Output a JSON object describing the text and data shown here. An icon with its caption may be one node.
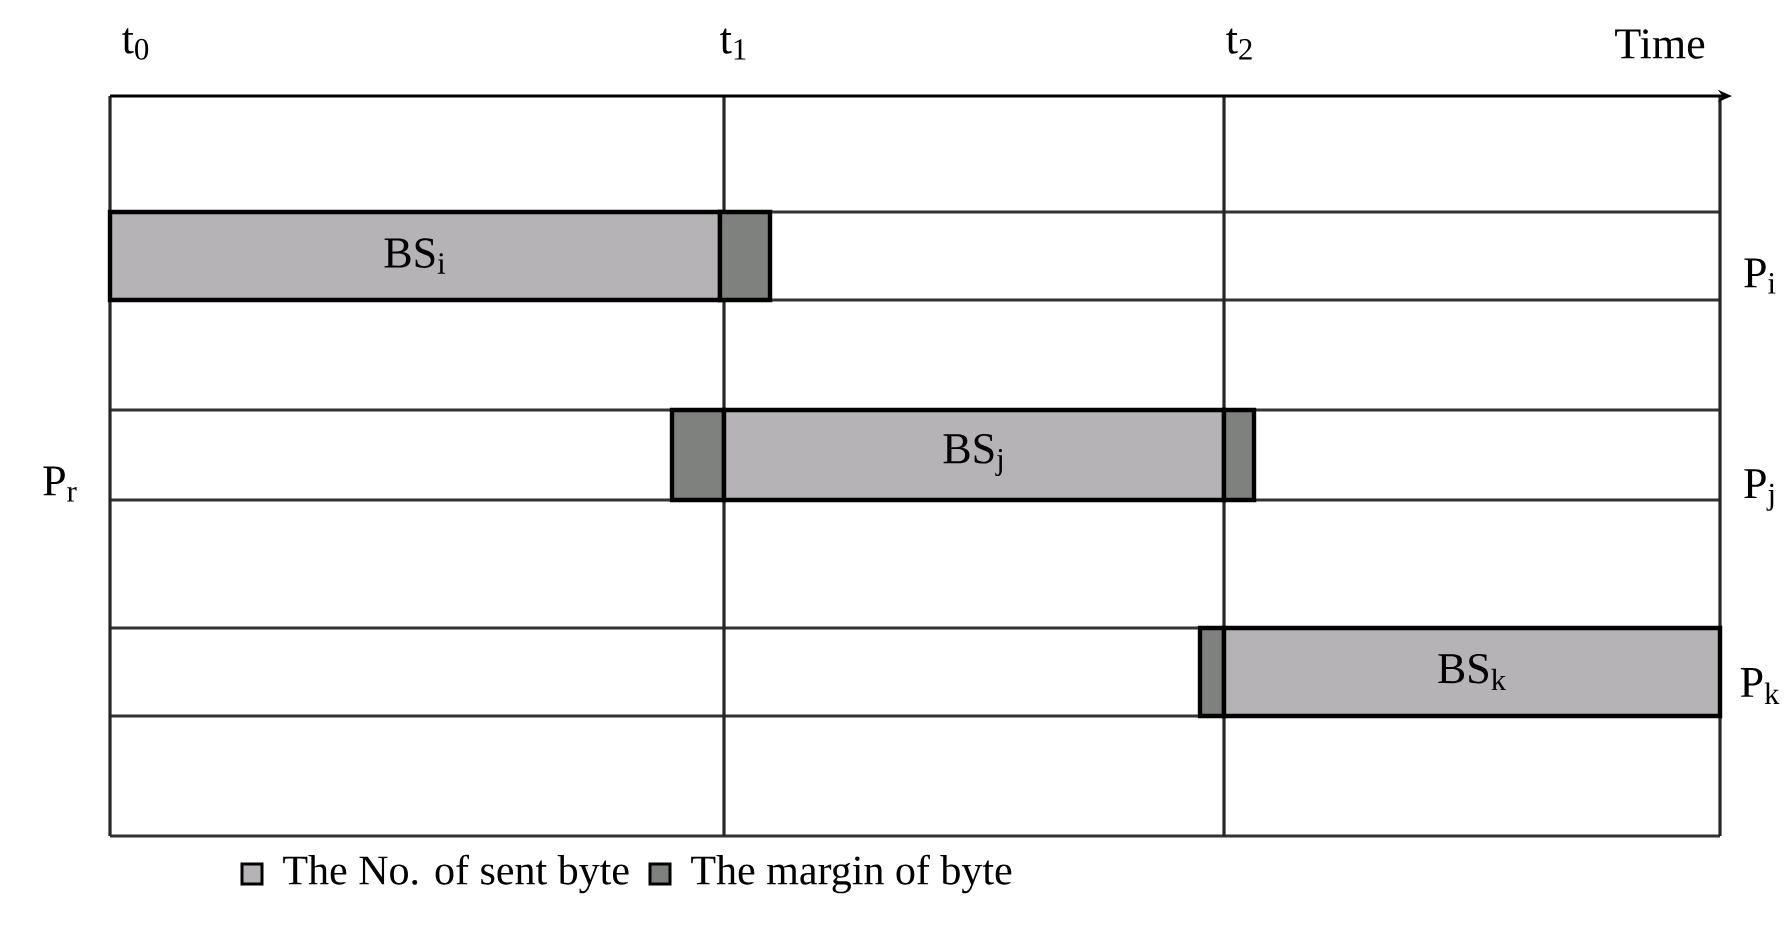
{
  "diagram": {
    "nodes": [
      {
        "text": [
          "BS$_{i}$"
        ]
      },
      {
        "text": [],
        "shape": "bar"
      },
      {
        "text": [],
        "shape": "bar"
      },
      {
        "text": [
          "BS$_{j}$"
        ]
      },
      {
        "text": [],
        "shape": "bar"
      },
      {
        "text": [],
        "shape": "bar"
      },
      {
        "text": [
          "BS$_{k}$"
        ]
      }
    ],
    "labels": [
      "t$_{0}$",
      "t$_{1}$",
      "t$_{2}$",
      "Time",
      "P$_{i}$",
      "P$_{r}$",
      "P$_{j}$",
      "P$_{k}$"
    ],
    "legend": [
      {
        "text": "The No. of sent byte",
        "color": "#b5b3b5"
      },
      {
        "text": "The margin of byte",
        "color": "#7f817f"
      }
    ]
  }
}
